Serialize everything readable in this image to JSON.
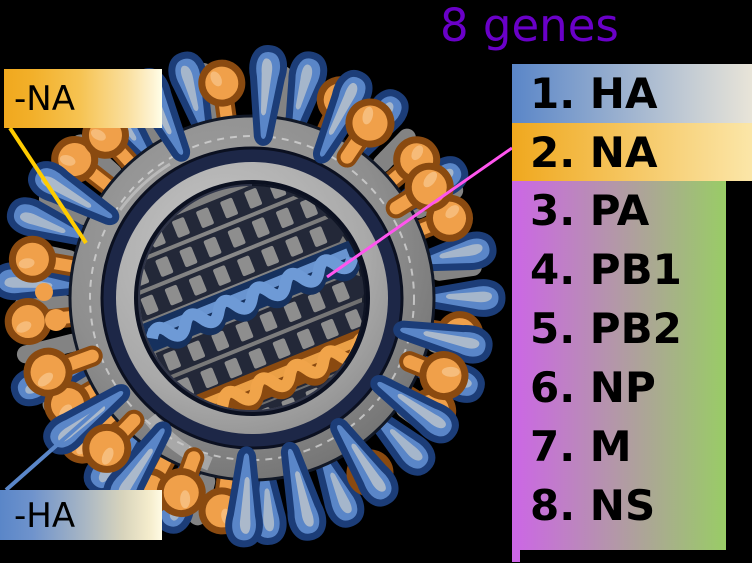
{
  "title": {
    "text": "8 genes",
    "color": "#6a00c8"
  },
  "genes": [
    {
      "index": "1.",
      "name": "HA",
      "label": "1. HA",
      "from": "#5a86c8",
      "to": "#e8e4d8"
    },
    {
      "index": "2.",
      "name": "NA",
      "label": "2. NA",
      "from": "#f0a81e",
      "to": "#fbe6a8"
    },
    {
      "index": "3.",
      "name": "PA",
      "label": "3. PA",
      "from": "#cc66e6",
      "to": "#99cc66"
    },
    {
      "index": "4.",
      "name": "PB1",
      "label": "4. PB1",
      "from": "#cc66e6",
      "to": "#99cc66"
    },
    {
      "index": "5.",
      "name": "PB2",
      "label": "5. PB2",
      "from": "#cc66e6",
      "to": "#99cc66"
    },
    {
      "index": "6.",
      "name": "NP",
      "label": "6. NP",
      "from": "#cc66e6",
      "to": "#99cc66"
    },
    {
      "index": "7.",
      "name": "M",
      "label": "7. M",
      "from": "#cc66e6",
      "to": "#99cc66"
    },
    {
      "index": "8.",
      "name": "NS",
      "label": "8. NS",
      "from": "#cc66e6",
      "to": "#99cc66"
    }
  ],
  "callouts": {
    "na": {
      "text": "-NA",
      "leader_color": "#ffcc00",
      "box_from": "#f0a81e",
      "box_to": "#ffffe8"
    },
    "ha": {
      "text": "-HA",
      "leader_color": "#5a86c8",
      "box_from": "#5a86c8",
      "box_to": "#fffbe4"
    }
  },
  "diagram": {
    "name": "influenza-virion",
    "na_leader_color": "#ff55ee",
    "ha_spike_fill": "#5a86c8",
    "ha_spike_stroke": "#1c3d78",
    "na_spike_fill": "#f0a04a",
    "na_spike_stroke": "#8a4a10",
    "envelope_outer": "#8c8c8c",
    "envelope_ring": "#1d2747",
    "envelope_inner": "#b8b8b8",
    "core": "#3a4156",
    "rna_highlight_blue": "#6e9ad6",
    "rna_highlight_orange": "#f0a44a",
    "rna_segment_count": 8
  }
}
